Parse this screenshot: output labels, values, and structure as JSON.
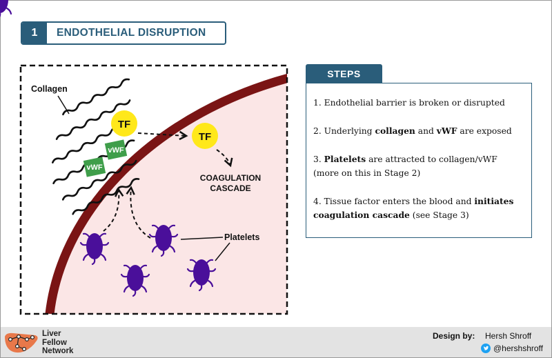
{
  "title": {
    "number": "1",
    "text": "ENDOTHELIAL DISRUPTION"
  },
  "diagram": {
    "labels": {
      "collagen": "Collagen",
      "tf": "TF",
      "vwf": "vWF",
      "coagulation_line1": "COAGULATION",
      "coagulation_line2": "CASCADE",
      "platelets": "Platelets"
    }
  },
  "steps": {
    "tab_label": "STEPS",
    "items": [
      {
        "parts": [
          {
            "t": "1. Endothelial barrier is broken or disrupted",
            "b": false
          }
        ]
      },
      {
        "parts": [
          {
            "t": "2. Underlying ",
            "b": false
          },
          {
            "t": "collagen",
            "b": true
          },
          {
            "t": " and ",
            "b": false
          },
          {
            "t": "vWF",
            "b": true
          },
          {
            "t": " are exposed",
            "b": false
          }
        ]
      },
      {
        "parts": [
          {
            "t": "3. ",
            "b": false
          },
          {
            "t": "Platelets",
            "b": true
          },
          {
            "t": " are attracted to collagen/vWF (more on this in Stage 2)",
            "b": false
          }
        ]
      },
      {
        "parts": [
          {
            "t": "4. Tissue factor enters the blood and ",
            "b": false
          },
          {
            "t": "initiates coagulation cascade",
            "b": true
          },
          {
            "t": " (see Stage 3)",
            "b": false
          }
        ]
      }
    ]
  },
  "footer": {
    "logo_line1": "Liver",
    "logo_line2": "Fellow",
    "logo_line3": "Network",
    "design_by_label": "Design by:",
    "designer_name": "Hersh Shroff",
    "twitter_handle": "@hershshroff"
  },
  "colors": {
    "accent": "#2a5d7a",
    "vessel_wall": "#7a1414",
    "vessel_lumen": "#fbe6e6",
    "tissue_factor": "#ffe81a",
    "vwf": "#3f9e4a",
    "platelet": "#4a0f9a"
  }
}
